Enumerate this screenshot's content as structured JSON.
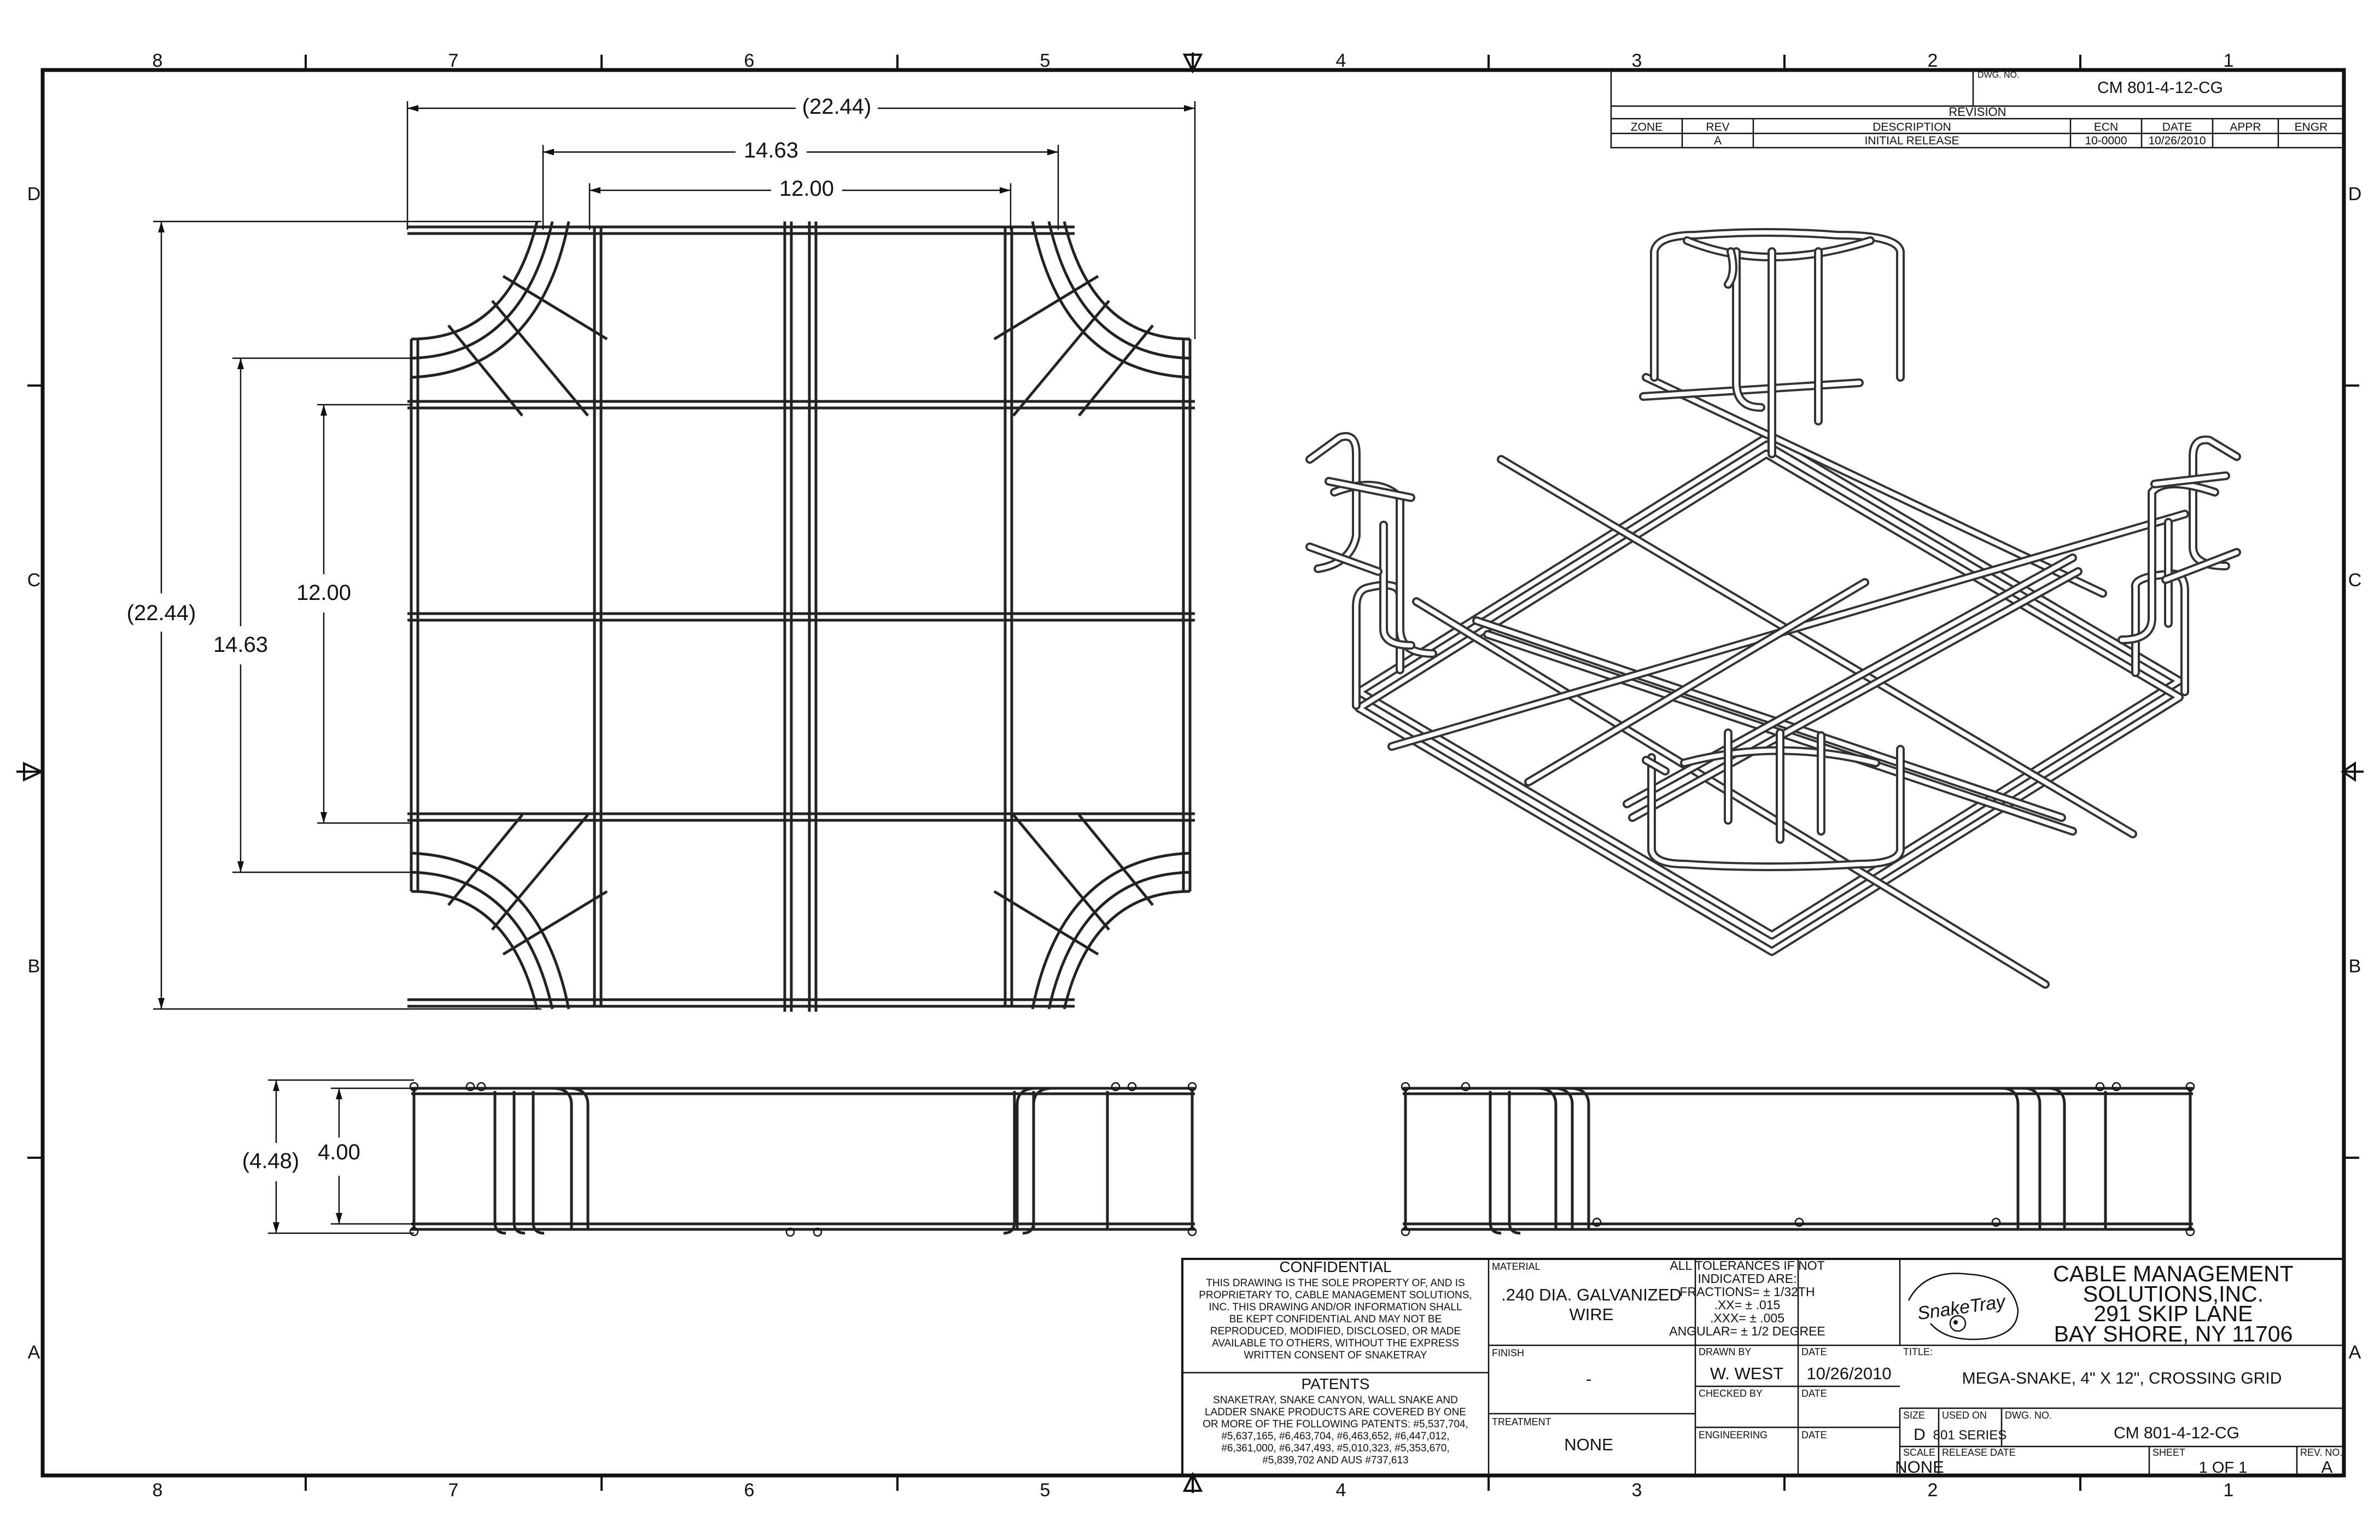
{
  "border": {
    "col_labels": [
      "8",
      "7",
      "6",
      "5",
      "4",
      "3",
      "2",
      "1"
    ],
    "row_labels": [
      "D",
      "C",
      "B",
      "A"
    ]
  },
  "revision": {
    "dwg_no_label": "DWG. NO.",
    "dwg_no": "CM 801-4-12-CG",
    "title": "REVISION",
    "headers": [
      "ZONE",
      "REV",
      "DESCRIPTION",
      "ECN",
      "DATE",
      "APPR",
      "ENGR"
    ],
    "row": [
      "",
      "A",
      "INITIAL RELEASE",
      "10-0000",
      "10/26/2010",
      "",
      ""
    ]
  },
  "dims": {
    "overall_w": "(22.44)",
    "mid_w": "14.63",
    "inner_w": "12.00",
    "overall_h": "(22.44)",
    "mid_h": "14.63",
    "inner_h": "12.00",
    "side_overall": "(4.48)",
    "side_height": "4.00"
  },
  "title_block": {
    "confidential_title": "CONFIDENTIAL",
    "confidential_lines": [
      "THIS DRAWING IS THE SOLE PROPERTY OF, AND IS",
      "PROPRIETARY TO, CABLE MANAGEMENT SOLUTIONS,",
      "INC. THIS DRAWING AND/OR INFORMATION SHALL",
      "BE KEPT CONFIDENTIAL AND MAY NOT BE",
      "REPRODUCED, MODIFIED, DISCLOSED, OR MADE",
      "AVAILABLE TO OTHERS, WITHOUT THE EXPRESS",
      "WRITTEN CONSENT OF SNAKETRAY"
    ],
    "patents_title": "PATENTS",
    "patents_lines": [
      "SNAKETRAY, SNAKE CANYON, WALL SNAKE AND",
      "LADDER SNAKE PRODUCTS ARE COVERED BY ONE",
      "OR MORE OF THE FOLLOWING PATENTS: #5,537,704,",
      "#5,637,165, #6,463,704, #6,463,652, #6,447,012,",
      "#6,361,000, #6,347,493, #5,010,323, #5,353,670,",
      "#5,839,702 AND AUS #737,613"
    ],
    "material_label": "MATERIAL",
    "material_line1": ".240 DIA. GALVANIZED",
    "material_line2": "WIRE",
    "finish_label": "FINISH",
    "finish_value": "-",
    "treatment_label": "TREATMENT",
    "treatment_value": "NONE",
    "tolerances": [
      "ALL TOLERANCES IF NOT",
      "INDICATED ARE:",
      "FRACTIONS= ± 1/32TH",
      ".XX= ± .015",
      ".XXX= ± .005",
      "ANGULAR= ± 1/2 DEGREE"
    ],
    "drawn_by_label": "DRAWN BY",
    "drawn_by": "W. WEST",
    "date_label": "DATE",
    "drawn_date": "10/26/2010",
    "checked_by_label": "CHECKED BY",
    "engineering_label": "ENGINEERING",
    "company_lines": [
      "CABLE MANAGEMENT",
      "SOLUTIONS,INC.",
      "291 SKIP LANE",
      "BAY SHORE, NY 11706"
    ],
    "title_label": "TITLE:",
    "title": "MEGA-SNAKE, 4\" X 12\", CROSSING GRID",
    "size_label": "SIZE",
    "size": "D",
    "used_on_label": "USED ON",
    "used_on": "801 SERIES",
    "dwg_no_label": "DWG. NO.",
    "dwg_no": "CM 801-4-12-CG",
    "scale_label": "SCALE",
    "scale": "NONE",
    "release_label": "RELEASE DATE",
    "sheet_label": "SHEET",
    "sheet": "1 OF 1",
    "rev_label": "REV. NO.",
    "rev": "A"
  },
  "logo_text": "SnakeTray"
}
